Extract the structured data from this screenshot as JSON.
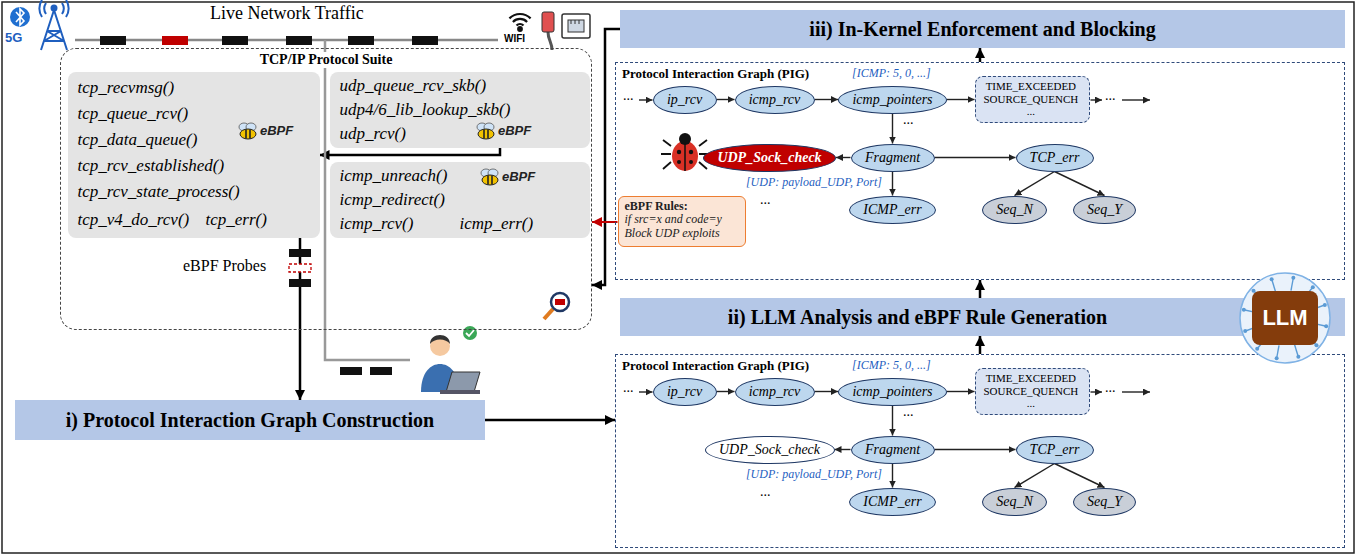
{
  "diagram": {
    "nodes": [
      {
        "text": [
          "TCP/IP Protocol Suite"
        ]
      },
      {
        "text": [
          "tcp_recvmsg()",
          "tcp_queue_rcv()",
          "tcp_data_queue()",
          "tcp_rcv_established()",
          "tcp_rcv_state_process()",
          "tcp_v4_do_rcv()",
          "tcp_err()"
        ],
        "in": 0
      },
      {
        "text": [
          "udp_queue_rcv_skb()",
          "udp4/6_lib_lookup_skb()",
          "udp_rcv()"
        ],
        "in": 0
      },
      {
        "text": [
          "icmp_unreach()",
          "icmp_redirect()",
          "icmp_rcv()",
          "icmp_err()"
        ],
        "in": 0
      },
      {
        "text": [
          "iii) In-Kernel Enforcement and Blocking"
        ]
      },
      {
        "text": [
          "Protocol Interaction Graph (PIG)"
        ]
      },
      {
        "text": [
          "ip_rcv"
        ],
        "in": 5
      },
      {
        "text": [
          "icmp_rcv"
        ],
        "in": 5
      },
      {
        "text": [
          "icmp_pointers"
        ],
        "in": 5
      },
      {
        "text": [
          "TIME_EXCEEDED SOURCE_QUENCH ..."
        ],
        "in": 5
      },
      {
        "text": [
          "UDP_Sock_check"
        ],
        "in": 5
      },
      {
        "text": [
          "Fragment"
        ],
        "in": 5
      },
      {
        "text": [
          "TCP_err"
        ],
        "in": 5
      },
      {
        "text": [
          "eBPF Rules:",
          "if src=x and code=y Block UDP exploits"
        ],
        "in": 5
      },
      {
        "text": [
          "ICMP_err"
        ],
        "in": 5
      },
      {
        "text": [
          "Seq_N"
        ],
        "in": 5
      },
      {
        "text": [
          "Seq_Y"
        ],
        "in": 5
      },
      {
        "text": [
          "ii) LLM Analysis and eBPF Rule Generation"
        ]
      },
      {
        "text": [
          "LLM"
        ]
      },
      {
        "text": [
          "Protocol Interaction Graph (PIG)"
        ]
      },
      {
        "text": [
          "ip_rcv"
        ],
        "in": 19
      },
      {
        "text": [
          "icmp_rcv"
        ],
        "in": 19
      },
      {
        "text": [
          "icmp_pointers"
        ],
        "in": 19
      },
      {
        "text": [
          "TIME_EXCEEDED SOURCE_QUENCH ..."
        ],
        "in": 19
      },
      {
        "text": [
          "UDP_Sock_check"
        ],
        "in": 19
      },
      {
        "text": [
          "Fragment"
        ],
        "in": 19
      },
      {
        "text": [
          "TCP_err"
        ],
        "in": 19
      },
      {
        "text": [
          "ICMP_err"
        ],
        "in": 19
      },
      {
        "text": [
          "Seq_N"
        ],
        "in": 19
      },
      {
        "text": [
          "Seq_Y"
        ],
        "in": 19
      },
      {
        "text": [
          "i) Protocol Interaction Graph Construction"
        ]
      }
    ],
    "edges": [
      {
        "from": 2,
        "to": 1,
        "arrow": "to"
      },
      {
        "from": 1,
        "to": 30,
        "arrow": "to"
      },
      {
        "from": 30,
        "to": 19,
        "arrow": "to"
      },
      {
        "from": 19,
        "to": 17,
        "arrow": "to"
      },
      {
        "from": 17,
        "to": 5,
        "arrow": "to"
      },
      {
        "from": 5,
        "to": 4,
        "arrow": "to"
      },
      {
        "from": 4,
        "to": 0,
        "arrow": "to"
      },
      {
        "from": 13,
        "to": 0,
        "arrow": "to"
      },
      {
        "from": 6,
        "to": 7,
        "arrow": "to"
      },
      {
        "from": 7,
        "to": 8,
        "arrow": "to"
      },
      {
        "from": 8,
        "to": 9,
        "arrow": "to"
      },
      {
        "from": 8,
        "to": 11,
        "arrow": "to"
      },
      {
        "from": 11,
        "to": 10,
        "arrow": "to"
      },
      {
        "from": 11,
        "to": 12,
        "arrow": "to"
      },
      {
        "from": 11,
        "to": 14,
        "arrow": "to"
      },
      {
        "from": 12,
        "to": 15,
        "arrow": "to"
      },
      {
        "from": 12,
        "to": 16,
        "arrow": "to"
      },
      {
        "from": 20,
        "to": 21,
        "arrow": "to"
      },
      {
        "from": 21,
        "to": 22,
        "arrow": "to"
      },
      {
        "from": 22,
        "to": 23,
        "arrow": "to"
      },
      {
        "from": 22,
        "to": 25,
        "arrow": "to"
      },
      {
        "from": 25,
        "to": 24,
        "arrow": "to"
      },
      {
        "from": 25,
        "to": 26,
        "arrow": "to"
      },
      {
        "from": 25,
        "to": 27,
        "arrow": "to"
      },
      {
        "from": 26,
        "to": 28,
        "arrow": "to"
      },
      {
        "from": 26,
        "to": 29,
        "arrow": "to"
      }
    ],
    "labels": [
      "Live Network Traffic",
      "5G",
      "WIFI",
      "eBPF",
      "eBPF",
      "eBPF",
      "eBPF Probes",
      "[ICMP: 5, 0, ...]",
      "...",
      "...",
      "...",
      "[UDP: payload_UDP, Port]",
      "...",
      "[ICMP: 5, 0, ...]",
      "...",
      "...",
      "...",
      "[UDP: payload_UDP, Port]",
      "..."
    ]
  }
}
